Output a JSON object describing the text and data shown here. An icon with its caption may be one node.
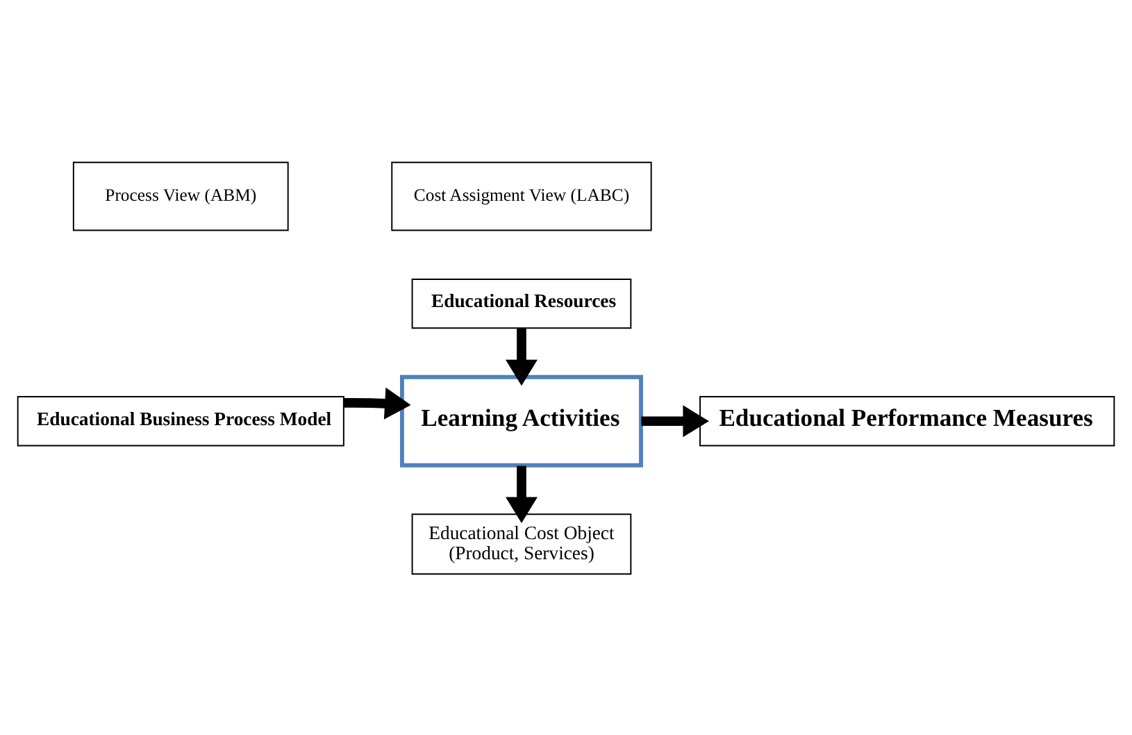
{
  "diagram": {
    "nodes": [
      {
        "text": [
          "Cost Assigment View (LABC)"
        ]
      },
      {
        "text": [
          "Process View (ABM)"
        ]
      },
      {
        "text": [
          "Educational Resources"
        ]
      },
      {
        "text": [
          "Educational Business Process Model"
        ]
      },
      {
        "text": [
          "Learning Activities"
        ]
      },
      {
        "text": [
          "Educational Performance Measures"
        ]
      },
      {
        "text": [
          "Educational Cost Object",
          "(Product, Services)"
        ]
      }
    ],
    "edges": [
      {
        "from": 2,
        "to": 4,
        "arrow": "to"
      },
      {
        "from": 3,
        "to": 4,
        "arrow": "to"
      },
      {
        "from": 4,
        "to": 5,
        "arrow": "to"
      },
      {
        "from": 4,
        "to": 6,
        "arrow": "to"
      }
    ]
  }
}
